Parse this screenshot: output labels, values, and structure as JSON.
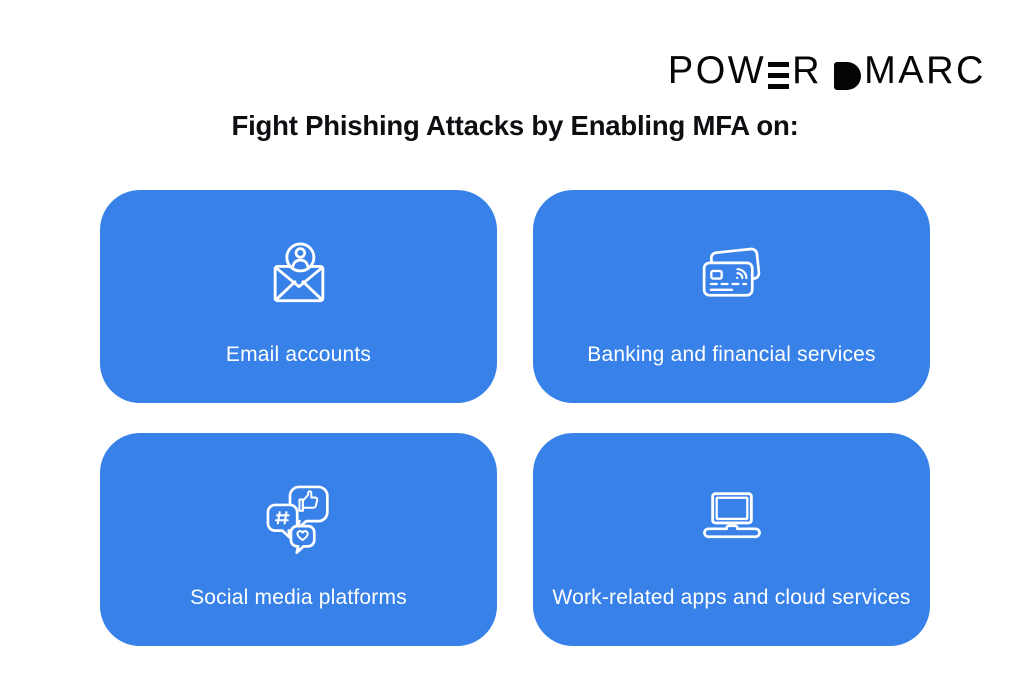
{
  "logo": {
    "alt": "POWER DMARC",
    "pow": "POW",
    "r": "R",
    "marc": "MARC"
  },
  "title": "Fight Phishing Attacks by Enabling MFA on:",
  "cards": [
    {
      "label": "Email accounts",
      "icon": "email-account-icon"
    },
    {
      "label": "Banking and financial services",
      "icon": "credit-card-contactless-icon"
    },
    {
      "label": "Social media platforms",
      "icon": "social-chat-bubbles-icon"
    },
    {
      "label": "Work-related apps and cloud services",
      "icon": "laptop-icon"
    }
  ],
  "colors": {
    "card_background": "#3781E9",
    "card_text": "#FFFFFF",
    "title_text": "#0D0D12",
    "logo_text": "#050507",
    "page_background": "#FFFFFF"
  }
}
